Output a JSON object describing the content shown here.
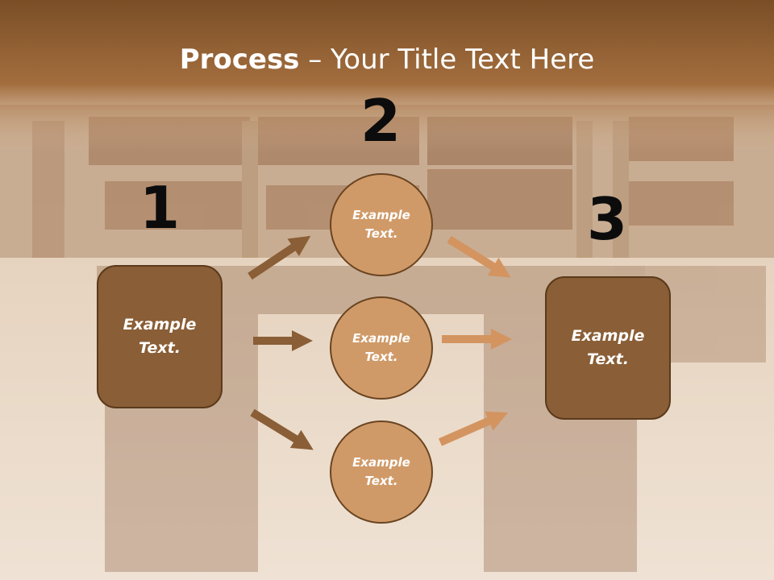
{
  "title": {
    "bold": "Process",
    "rest": " – Your Title Text Here"
  },
  "numbers": [
    "1",
    "2",
    "3"
  ],
  "box_left": {
    "line1": "Example",
    "line2": "Text."
  },
  "box_right": {
    "line1": "Example",
    "line2": "Text."
  },
  "circles": [
    {
      "line1": "Example",
      "line2": "Text."
    },
    {
      "line1": "Example",
      "line2": "Text."
    },
    {
      "line1": "Example",
      "line2": "Text."
    }
  ],
  "colors": {
    "box_fill": "#8a5e36",
    "circle_fill": "#d09a68",
    "arrow_dark": "#8a5e36",
    "arrow_light": "#d39460",
    "header": "#8b5a2b"
  }
}
